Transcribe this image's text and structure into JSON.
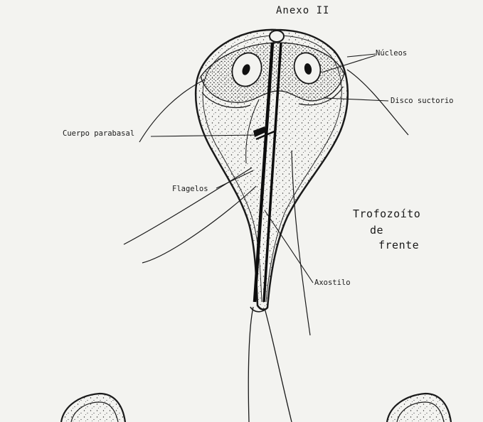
{
  "title": "Anexo   II",
  "labels": {
    "nucleos": "Núcleos",
    "disco_suctorio": "Disco suctorio",
    "cuerpo_parabasal": "Cuerpo parabasal",
    "flagelos": "Flagelos",
    "axostilo": "Axostilo"
  },
  "caption": {
    "line1": "Trofozoíto",
    "line2": "de",
    "line3": "frente"
  },
  "colors": {
    "ink": "#1a1a1a",
    "paper": "#f3f3f0"
  }
}
